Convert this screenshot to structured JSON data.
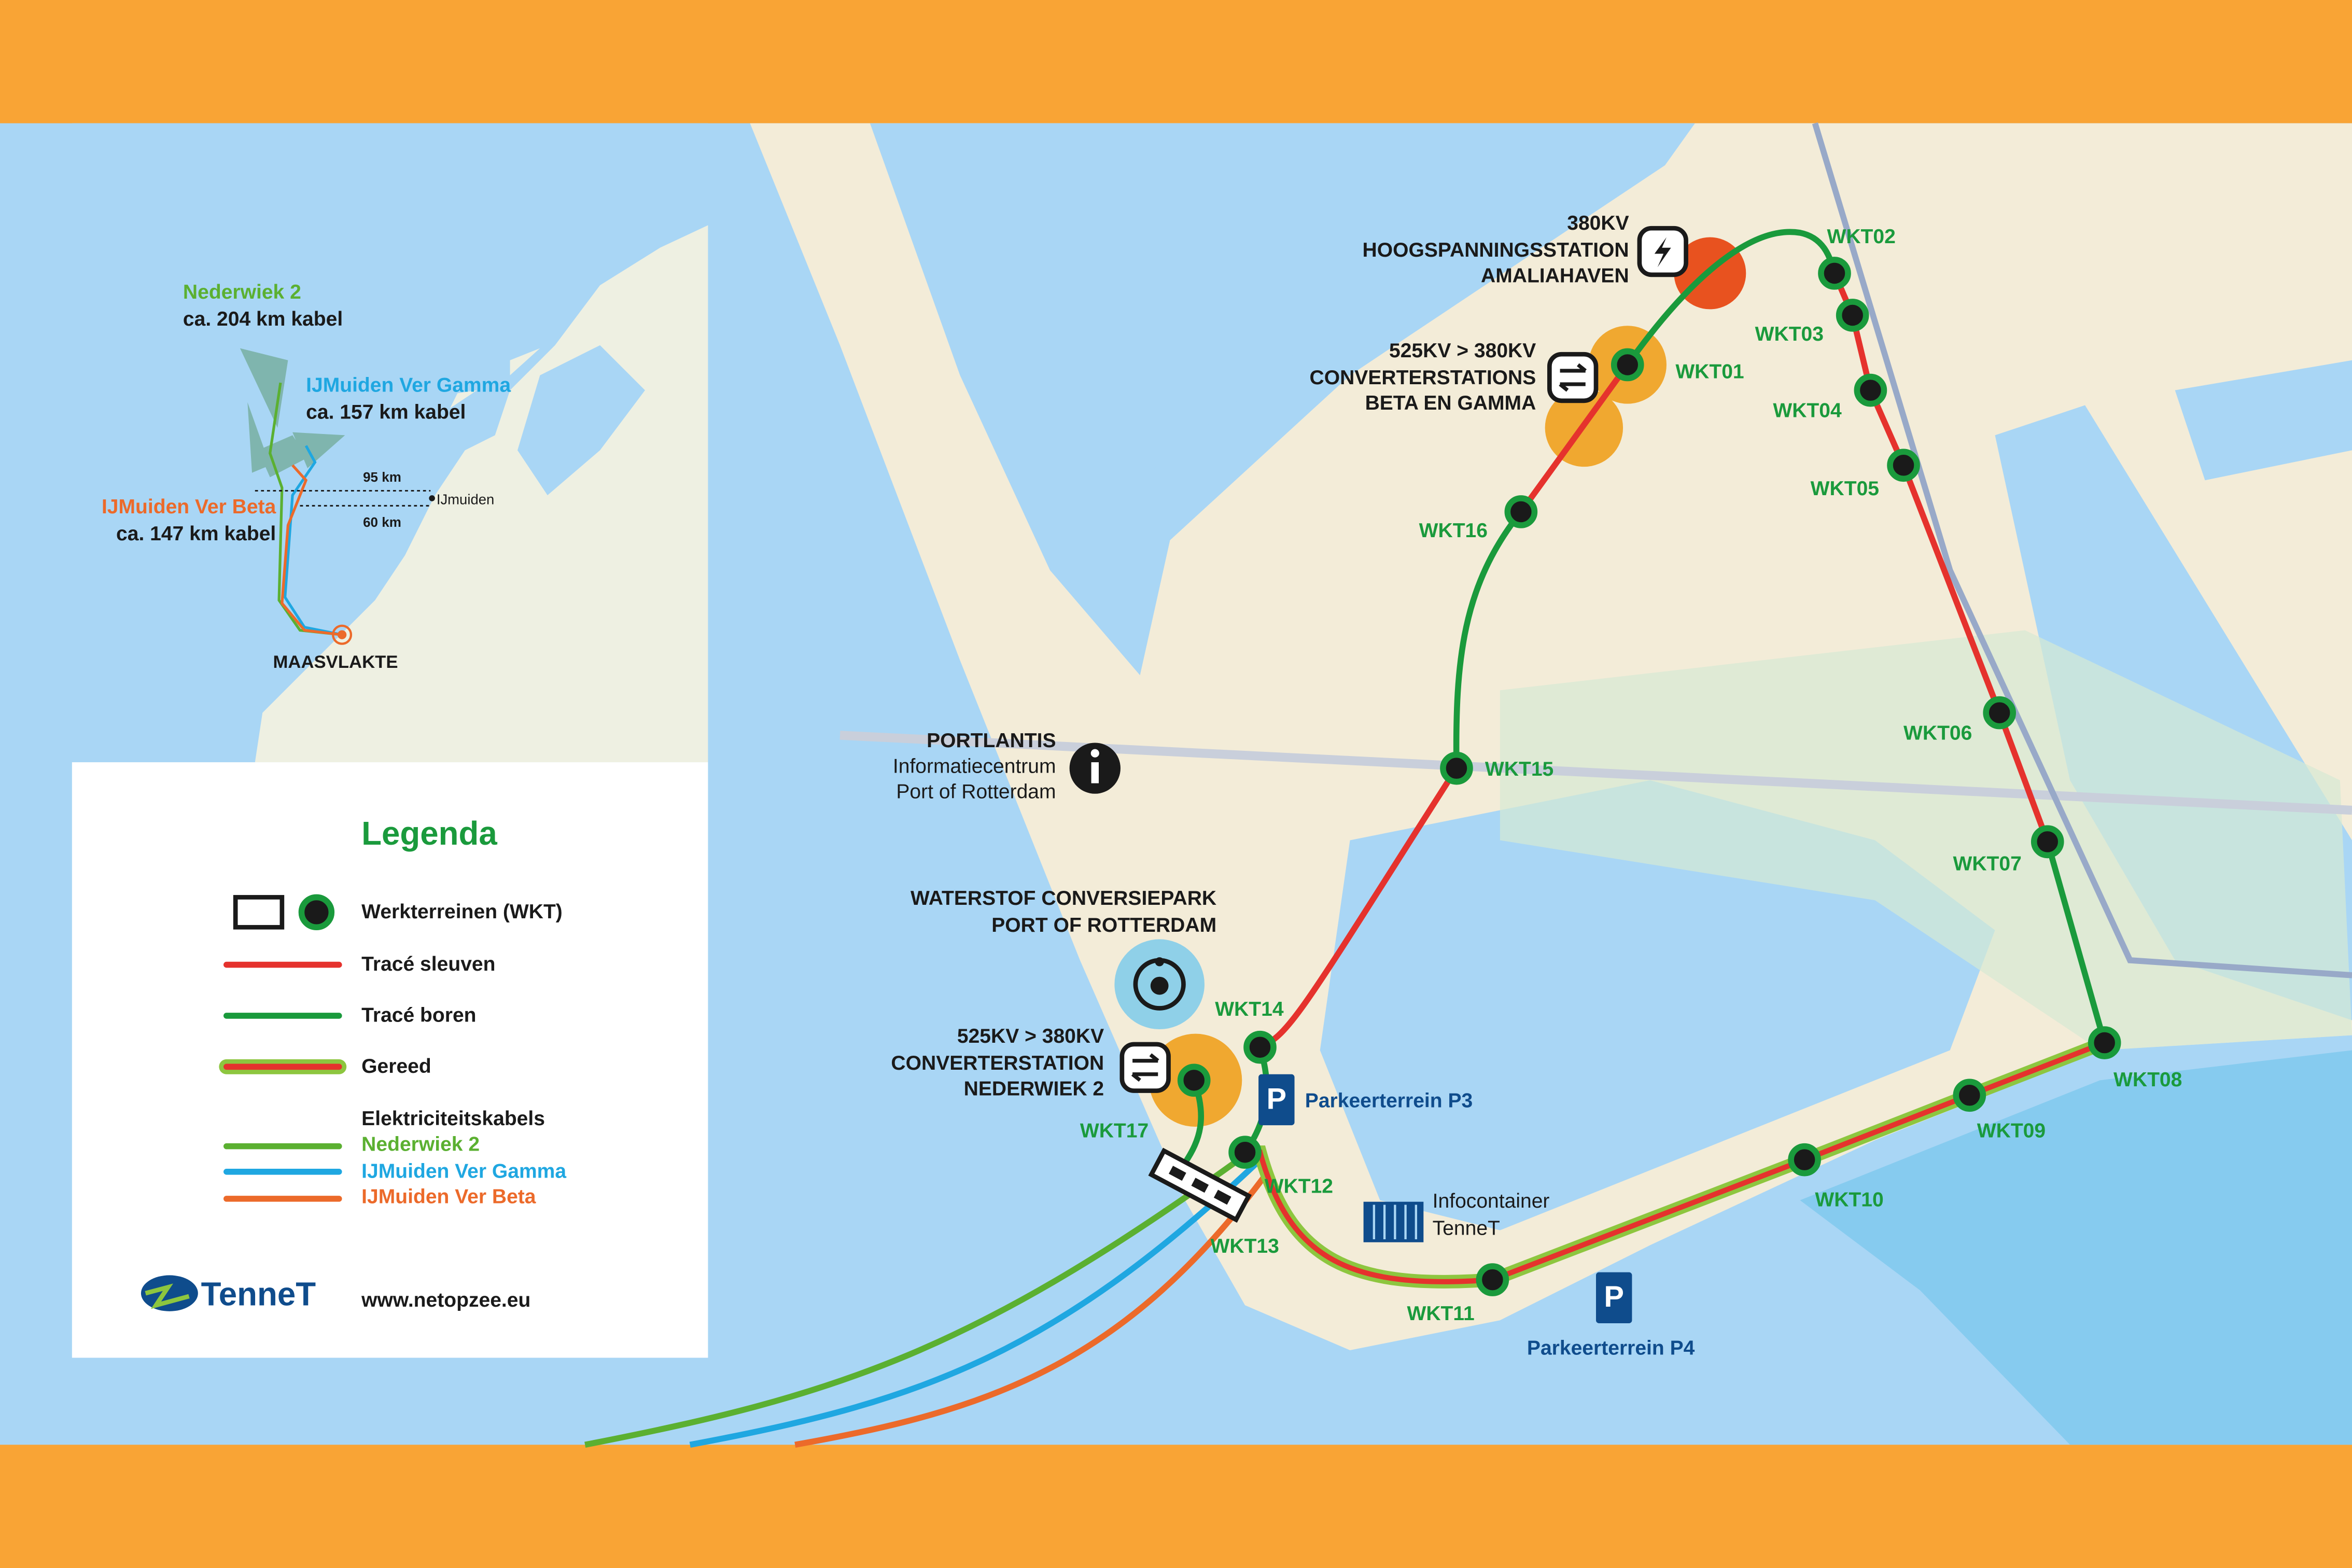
{
  "colors": {
    "band": "#f9a435",
    "sea": "#a9d6f5",
    "land": "#f3ecd8",
    "sleuven": "#e5322d",
    "boren": "#1a9a3c",
    "gereed_outline": "#8dc63f",
    "nederwiek": "#5bb031",
    "gamma": "#1fa7e1",
    "beta": "#ec6a2a",
    "tennet_blue": "#0f4c8c"
  },
  "inset": {
    "nederwiek": {
      "name": "Nederwiek 2",
      "length": "ca. 204 km kabel"
    },
    "gamma": {
      "name": "IJMuiden Ver Gamma",
      "length": "ca. 157 km kabel"
    },
    "beta": {
      "name": "IJMuiden Ver Beta",
      "length": "ca. 147 km kabel"
    },
    "dist_north": "95 km",
    "dist_south": "60 km",
    "ijmuiden": "IJmuiden",
    "maasvlakte": "MAASVLAKTE"
  },
  "legend": {
    "title": "Legenda",
    "items": [
      {
        "label": "Werkterreinen (WKT)",
        "icon": "worksite-square-and-dot"
      },
      {
        "label": "Tracé sleuven"
      },
      {
        "label": "Tracé boren"
      },
      {
        "label": "Gereed"
      },
      {
        "label": "Elektriciteitskabels"
      }
    ],
    "cables": [
      "Nederwiek 2",
      "IJMuiden Ver Gamma",
      "IJMuiden Ver Beta"
    ],
    "logo": "TenneT",
    "website": "www.netopzee.eu"
  },
  "map": {
    "sites": [
      "WKT01",
      "WKT02",
      "WKT03",
      "WKT04",
      "WKT05",
      "WKT06",
      "WKT07",
      "WKT08",
      "WKT09",
      "WKT10",
      "WKT11",
      "WKT12",
      "WKT13",
      "WKT14",
      "WKT15",
      "WKT16",
      "WKT17"
    ],
    "hoogspanning": [
      "380KV",
      "HOOGSPANNINGSSTATION",
      "AMALIAHAVEN"
    ],
    "converter_bg": [
      "525KV > 380KV",
      "CONVERTERSTATIONS",
      "BETA EN GAMMA"
    ],
    "converter_nw": [
      "525KV > 380KV",
      "CONVERTERSTATION",
      "NEDERWIEK 2"
    ],
    "portlantis": [
      "PORTLANTIS",
      "Informatiecentrum",
      "Port of Rotterdam"
    ],
    "waterstof": [
      "WATERSTOF CONVERSIEPARK",
      "PORT OF ROTTERDAM"
    ],
    "parking_p3": "Parkeerterrein P3",
    "parking_p4": "Parkeerterrein P4",
    "parking_symbol": "P",
    "infocontainer": [
      "Infocontainer",
      "TenneT"
    ]
  }
}
